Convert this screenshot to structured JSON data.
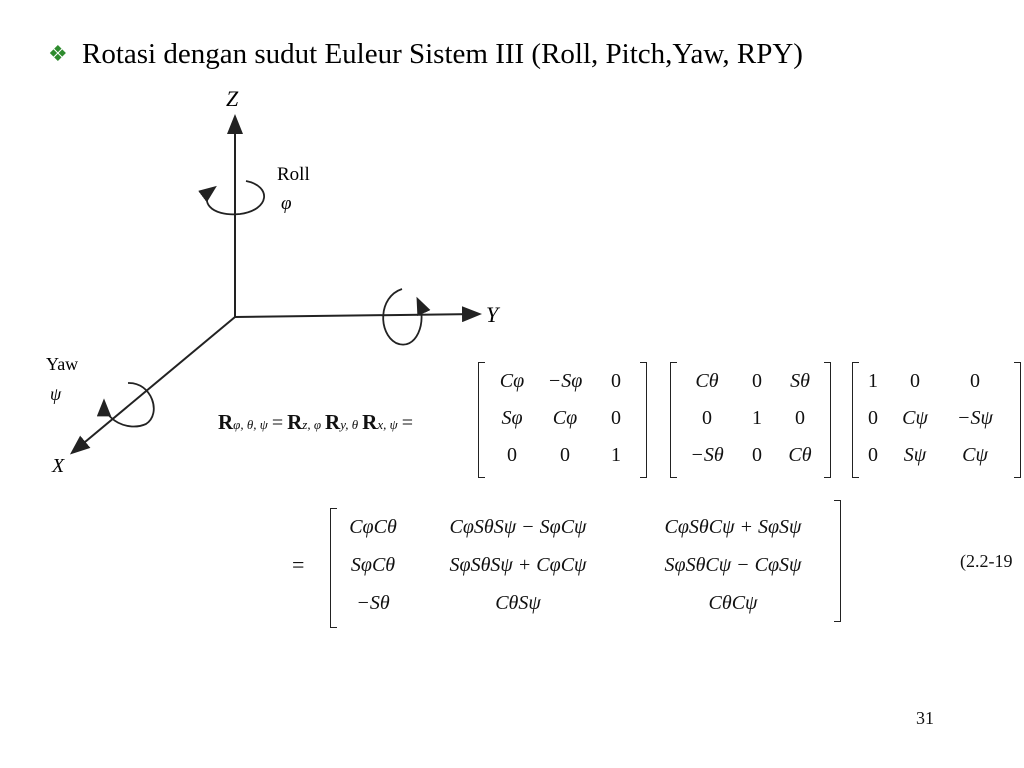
{
  "title": {
    "bullet": "❖",
    "text": "Rotasi dengan sudut Euleur Sistem III (Roll, Pitch,Yaw, RPY)"
  },
  "diagram": {
    "axes": {
      "z": "Z",
      "y": "Y",
      "x": "X"
    },
    "roll_label": "Roll",
    "roll_symbol": "φ",
    "yaw_label": "Yaw",
    "yaw_symbol": "ψ"
  },
  "equation1": {
    "lhs_R": "R",
    "lhs_sub": "φ, θ, ψ",
    "equals": "=",
    "rz": "R",
    "rz_sub": "z, φ",
    "ry": "R",
    "ry_sub": "y, θ",
    "rx": "R",
    "rx_sub": "x, ψ",
    "equals2": "=",
    "m1": [
      [
        "Cφ",
        "−Sφ",
        "0"
      ],
      [
        "Sφ",
        "Cφ",
        "0"
      ],
      [
        "0",
        "0",
        "1"
      ]
    ],
    "m2": [
      [
        "Cθ",
        "0",
        "Sθ"
      ],
      [
        "0",
        "1",
        "0"
      ],
      [
        "−Sθ",
        "0",
        "Cθ"
      ]
    ],
    "m3": [
      [
        "1",
        "0",
        "0"
      ],
      [
        "0",
        "Cψ",
        "−Sψ"
      ],
      [
        "0",
        "Sψ",
        "Cψ"
      ]
    ]
  },
  "equation2": {
    "equals": "=",
    "m": [
      [
        "CφCθ",
        "CφSθSψ − SφCψ",
        "CφSθCψ + SφSψ"
      ],
      [
        "SφCθ",
        "SφSθSψ + CφCψ",
        "SφSθCψ − CφSψ"
      ],
      [
        "−Sθ",
        "CθSψ",
        "CθCψ"
      ]
    ],
    "number": "(2.2-19"
  },
  "page_number": "31"
}
